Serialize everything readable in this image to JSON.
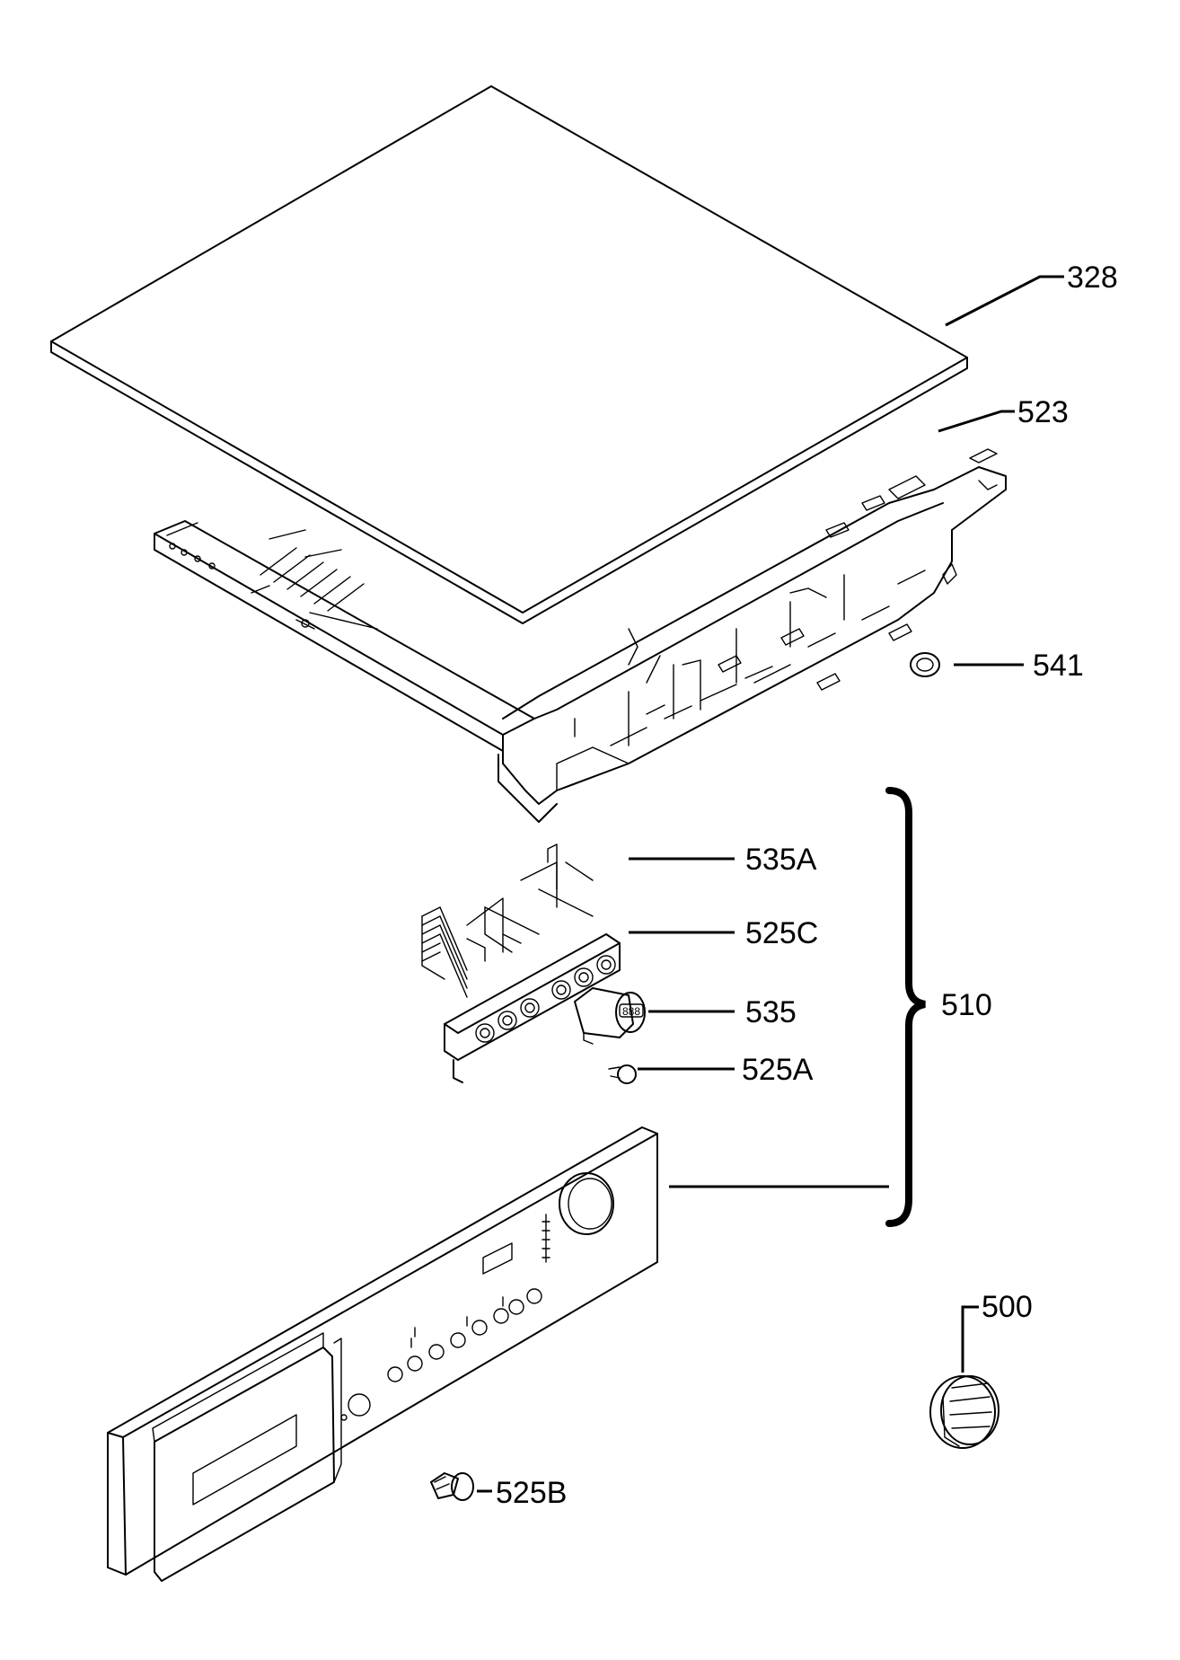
{
  "diagram": {
    "labels": {
      "p328": "328",
      "p523": "523",
      "p541": "541",
      "p535A": "535A",
      "p525C": "525C",
      "p535": "535",
      "p525A": "525A",
      "p510": "510",
      "p500": "500",
      "p525B": "525B"
    }
  }
}
